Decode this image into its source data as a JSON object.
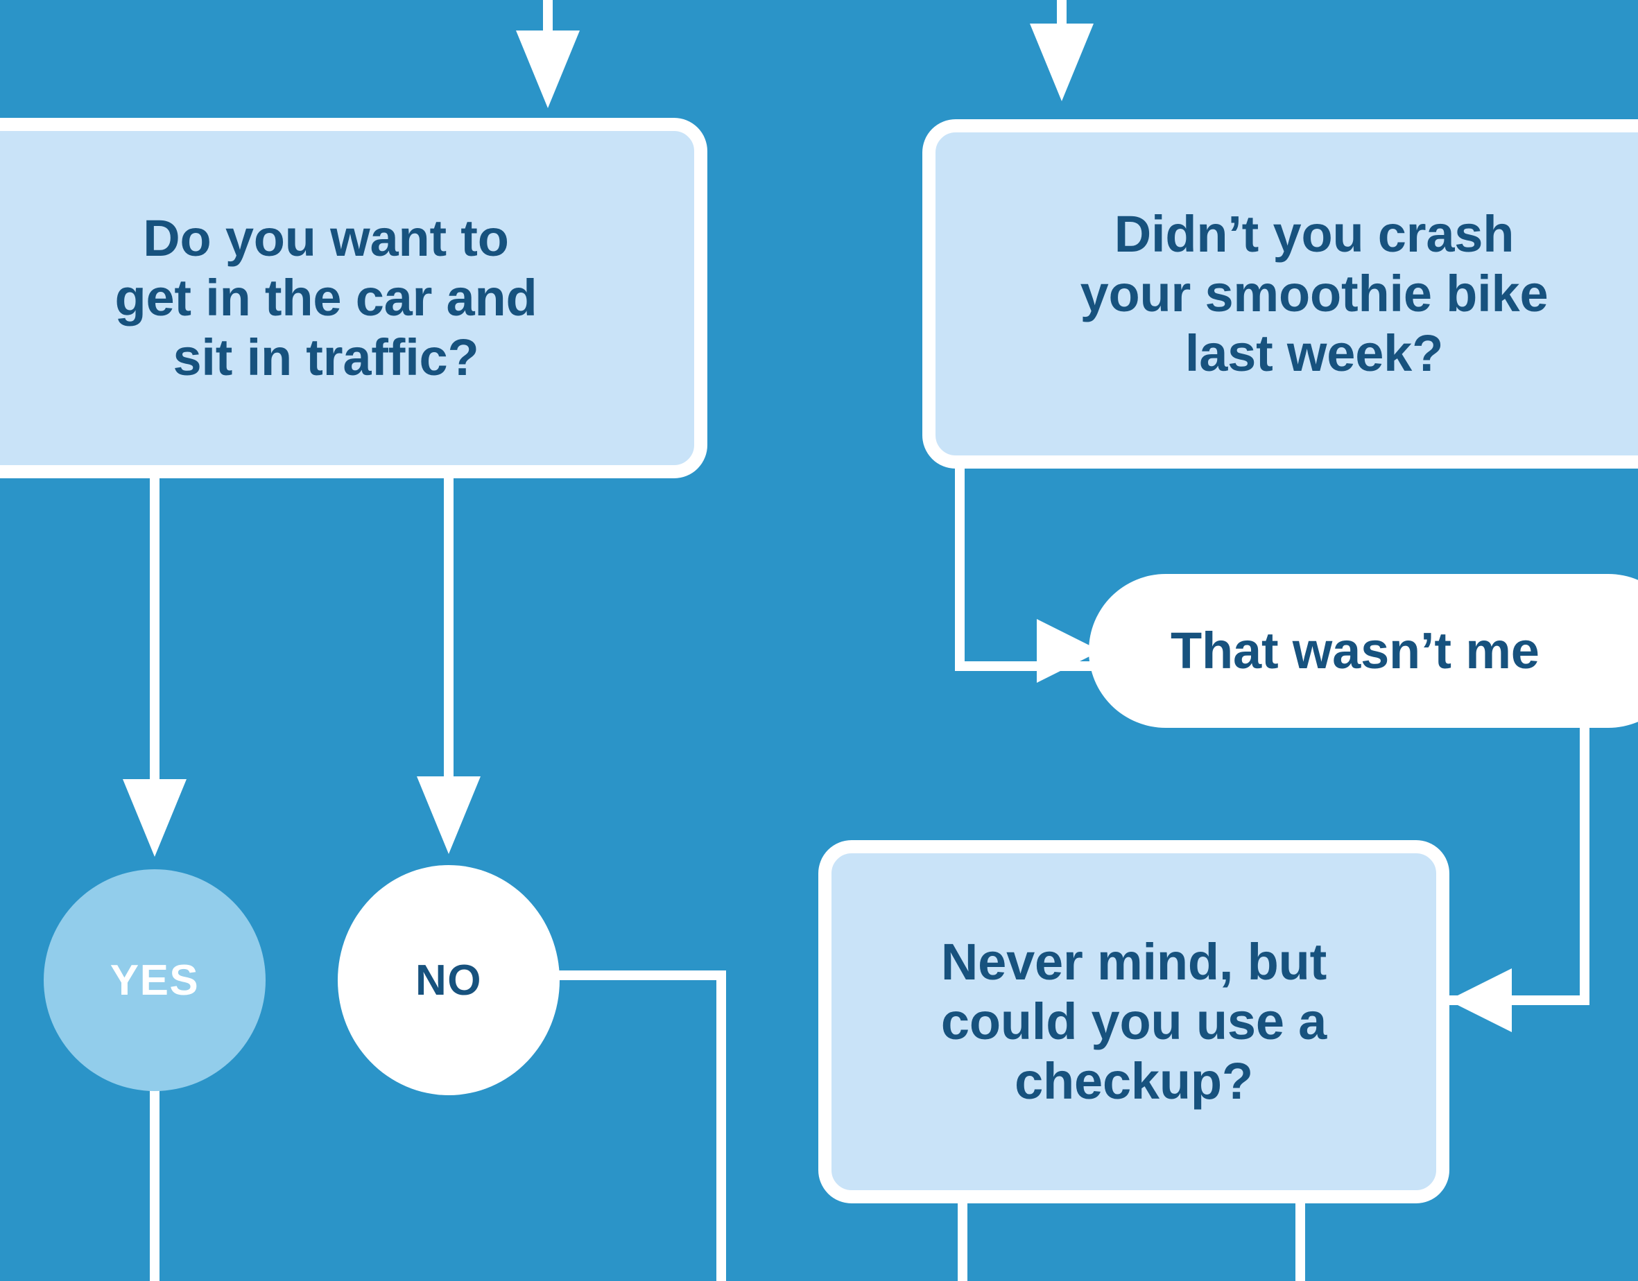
{
  "chart_data": {
    "type": "diagram",
    "title": "Decision flowchart (cropped detail)",
    "nodes": [
      {
        "id": "q-traffic",
        "shape": "rounded-rect",
        "text": "Do you want to get in the car and sit in traffic?",
        "fill": "#c9e3f8",
        "text_color": "#17527e"
      },
      {
        "id": "q-bike",
        "shape": "rounded-rect",
        "text": "Didn’t you crash your smoothie bike last week?",
        "fill": "#c9e3f8",
        "text_color": "#17527e"
      },
      {
        "id": "a-notme",
        "shape": "pill",
        "text": "That wasn’t me",
        "fill": "#ffffff",
        "text_color": "#17527e"
      },
      {
        "id": "q-checkup",
        "shape": "rounded-rect",
        "text": "Never mind, but could you use a checkup?",
        "fill": "#c9e3f8",
        "text_color": "#17527e"
      },
      {
        "id": "c-yes",
        "shape": "circle",
        "text": "YES",
        "fill": "#92cdeb",
        "text_color": "#ffffff"
      },
      {
        "id": "c-no",
        "shape": "circle",
        "text": "NO",
        "fill": "#ffffff",
        "text_color": "#17527e"
      }
    ],
    "edges": [
      {
        "from": "above-offscreen",
        "to": "q-traffic",
        "direction": "down",
        "arrow": true
      },
      {
        "from": "above-offscreen",
        "to": "q-bike",
        "direction": "down",
        "arrow": true
      },
      {
        "from": "q-traffic",
        "to": "c-yes",
        "direction": "down",
        "arrow": true
      },
      {
        "from": "q-traffic",
        "to": "c-no",
        "direction": "down",
        "arrow": true
      },
      {
        "from": "q-bike",
        "to": "a-notme",
        "direction": "right",
        "arrow": true
      },
      {
        "from": "a-notme",
        "to": "q-checkup",
        "direction": "left",
        "arrow": true
      },
      {
        "from": "c-yes",
        "to": "below-offscreen",
        "direction": "down",
        "arrow": false
      },
      {
        "from": "c-no",
        "to": "below-offscreen",
        "direction": "down",
        "arrow": false
      },
      {
        "from": "q-checkup",
        "to": "below-offscreen",
        "direction": "down",
        "arrow": false
      }
    ],
    "colors": {
      "background": "#2b94c8",
      "node_fill": "#c9e3f8",
      "node_border": "#ffffff",
      "pill_fill": "#ffffff",
      "yes_fill": "#92cdeb",
      "no_fill": "#ffffff",
      "text": "#17527e",
      "connector": "#ffffff"
    }
  },
  "nodes": {
    "q_traffic": {
      "line1": "Do you want to",
      "line2": "get in the car and",
      "line3": "sit in traffic?"
    },
    "q_bike": {
      "line1": "Didn’t you crash",
      "line2": "your smoothie bike",
      "line3": "last week?"
    },
    "a_notme": {
      "text": "That wasn’t me"
    },
    "q_checkup": {
      "line1": "Never mind, but",
      "line2": "could you use a",
      "line3": "checkup?"
    },
    "yes": {
      "label": "YES"
    },
    "no": {
      "label": "NO"
    }
  }
}
